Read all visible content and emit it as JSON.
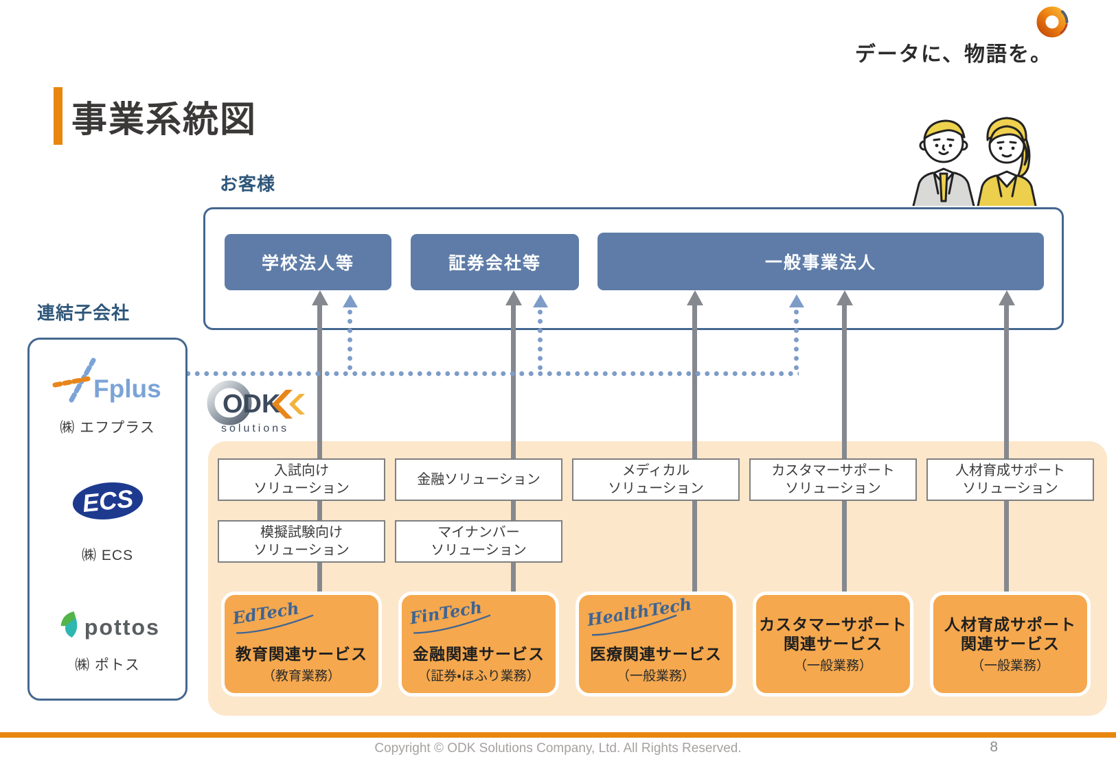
{
  "brand": {
    "tagline": "データに、物語を。",
    "mark_icon": "odk-donut-logo",
    "odk_logo": {
      "text": "ODK",
      "sub": "solutions"
    }
  },
  "title": "事業系統図",
  "customers": {
    "label": "お客様",
    "boxes": [
      "学校法人等",
      "証券会社等",
      "一般事業法人"
    ]
  },
  "subsidiaries": {
    "label": "連結子会社",
    "companies": [
      {
        "logo": "Fplus",
        "name": "㈱ エフプラス"
      },
      {
        "logo": "ECS",
        "name": "㈱ ECS"
      },
      {
        "logo": "pottos",
        "name": "㈱ ポトス"
      }
    ]
  },
  "solutions": {
    "row1": [
      "入試向け\nソリューション",
      "金融ソリューション",
      "メディカル\nソリューション",
      "カスタマーサポート\nソリューション",
      "人材育成サポート\nソリューション"
    ],
    "row2": [
      "模擬試験向け\nソリューション",
      "マイナンバー\nソリューション"
    ]
  },
  "services": [
    {
      "tech": "EdTech",
      "name": "教育関連サービス",
      "sub": "（教育業務）"
    },
    {
      "tech": "FinTech",
      "name": "金融関連サービス",
      "sub": "（証券・ほふり業務）"
    },
    {
      "tech": "HealthTech",
      "name": "医療関連サービス",
      "sub": "（一般業務）"
    },
    {
      "tech": "",
      "name": "カスタマーサポート\n関連サービス",
      "sub": "（一般業務）"
    },
    {
      "tech": "",
      "name": "人材育成サポート\n関連サービス",
      "sub": "（一般業務）"
    }
  ],
  "footer": {
    "copyright": "Copyright © ODK Solutions Company, Ltd. All Rights Reserved.",
    "page_number": "8"
  },
  "colors": {
    "accent_orange": "#E8860D",
    "panel_peach": "#FCE7CB",
    "service_orange": "#F5A84E",
    "customer_blue": "#5E7CA7",
    "border_blue": "#44678F",
    "label_blue": "#2E5679",
    "arrow_gray": "#85898F",
    "dotted_blue": "#7D9CC8",
    "tech_blue": "#3E6493"
  }
}
